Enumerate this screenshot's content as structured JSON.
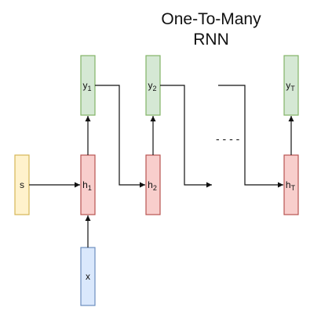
{
  "title": {
    "line1": "One-To-Many",
    "line2": "RNN"
  },
  "nodes": {
    "s": {
      "label": "s"
    },
    "x": {
      "label": "x"
    },
    "h1": {
      "base": "h",
      "sub": "1"
    },
    "h2": {
      "base": "h",
      "sub": "2"
    },
    "hT": {
      "base": "h",
      "sub": "T"
    },
    "y1": {
      "base": "y",
      "sub": "1"
    },
    "y2": {
      "base": "y",
      "sub": "2"
    },
    "yT": {
      "base": "y",
      "sub": "T"
    }
  },
  "ellipsis": "- - - -",
  "colors": {
    "input_fill": "#fff2cc",
    "input_stroke": "#d6b656",
    "x_fill": "#dae8fc",
    "x_stroke": "#6c8ebf",
    "hidden_fill": "#f8cecc",
    "hidden_stroke": "#b85450",
    "output_fill": "#d5e8d4",
    "output_stroke": "#82b366"
  }
}
